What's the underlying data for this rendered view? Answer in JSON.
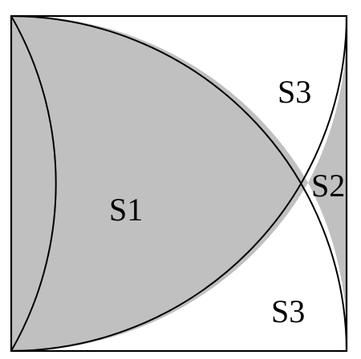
{
  "figure": {
    "colors": {
      "background": "#ffffff",
      "shaded": "#c0c0c0",
      "stroke": "#000000"
    },
    "labels": {
      "s1": "S1",
      "s2": "S2",
      "s3_top": "S3",
      "s3_bottom": "S3"
    }
  }
}
